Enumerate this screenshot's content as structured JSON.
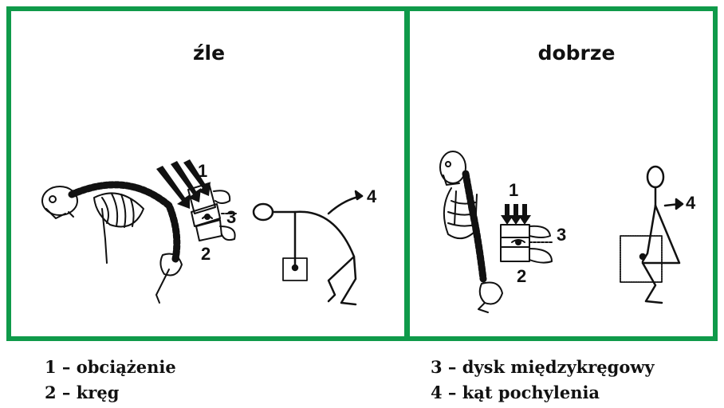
{
  "panels": {
    "bad": {
      "title": "źle"
    },
    "good": {
      "title": "dobrze"
    }
  },
  "diagram_labels": [
    "1",
    "2",
    "3",
    "4"
  ],
  "legend": {
    "item1": "1 – obciążenie",
    "item2": "2 – kręg",
    "item3": "3 – dysk międzykręgowy",
    "item4": "4 – kąt pochylenia"
  },
  "colors": {
    "border": "#0f9a4a",
    "ink": "#111111"
  }
}
